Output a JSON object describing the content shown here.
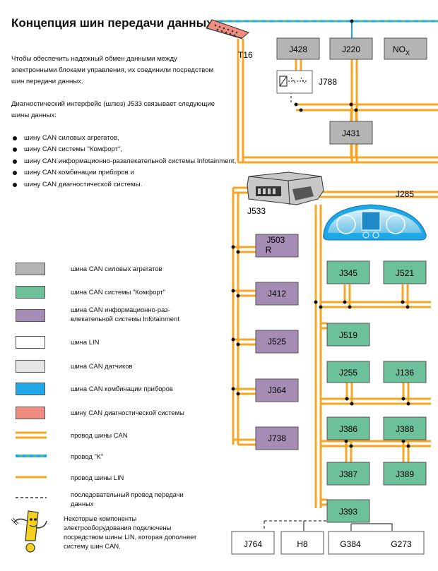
{
  "title": "Концепция шин передачи данных",
  "intro": "Чтобы обеспечить надежный обмен данными между электронными блоками управления, их соединили посредством шин передачи данных.",
  "gateway_text": "Диагностический интерфейс (шлюз) J533 связывает следующие шины данных:",
  "bullets": [
    "шину CAN силовых агрегатов,",
    "шину CAN системы \"Комфорт\",",
    "шину CAN информационно-развлекательной системы Infotainment,",
    "шину CAN комбинации приборов и",
    "шину CAN диагностической системы."
  ],
  "legend": [
    {
      "kind": "box",
      "color": "#b4b4b4",
      "label": "шина CAN силовых агрегатов"
    },
    {
      "kind": "box",
      "color": "#6cc09a",
      "label": "шина CAN системы \"Комфорт\""
    },
    {
      "kind": "box",
      "color": "#a58cb4",
      "label": "шина CAN информационно-раз-влекательной системы Infotainment"
    },
    {
      "kind": "box",
      "color": "#ffffff",
      "label": "шина LIN"
    },
    {
      "kind": "box",
      "color": "#e6e6e6",
      "label": "шина CAN датчиков"
    },
    {
      "kind": "box",
      "color": "#1ea8e8",
      "label": "шина CAN комбинации приборов"
    },
    {
      "kind": "box",
      "color": "#f08c80",
      "label": "шину CAN диагностической системы"
    },
    {
      "kind": "can",
      "label": "провод шины CAN"
    },
    {
      "kind": "k",
      "label": "провод \"K\""
    },
    {
      "kind": "lin",
      "label": "провод шины LIN"
    },
    {
      "kind": "serial",
      "label": "последовательный провод передачи данных"
    }
  ],
  "note": "Некоторые компоненты электрооборудования подключены посредством шины LIN, которая дополняет систему шин CAN.",
  "colors": {
    "wire": "#f5a623",
    "powertrain": "#b4b4b4",
    "comfort": "#6cc09a",
    "infotainment": "#a58cb4",
    "lin": "#ffffff",
    "k_line_green": "#50b4a0",
    "k_line_blue": "#1ea8e8"
  },
  "diagram": {
    "connector": "T16",
    "gateway": "J533",
    "cluster": "J285",
    "relay": "J788",
    "powertrain": [
      "J428",
      "J220",
      "J431"
    ],
    "nox": "NO",
    "nox_sub": "X",
    "infotainment": [
      {
        "l1": "J503",
        "l2": "R"
      },
      {
        "l1": "J412"
      },
      {
        "l1": "J525"
      },
      {
        "l1": "J364"
      },
      {
        "l1": "J738"
      }
    ],
    "comfort": [
      "J345",
      "J521",
      "J519",
      "J255",
      "J136",
      "J386",
      "J388",
      "J387",
      "J389",
      "J393"
    ],
    "lin": [
      "J764",
      "H8",
      "G384",
      "G273"
    ]
  }
}
